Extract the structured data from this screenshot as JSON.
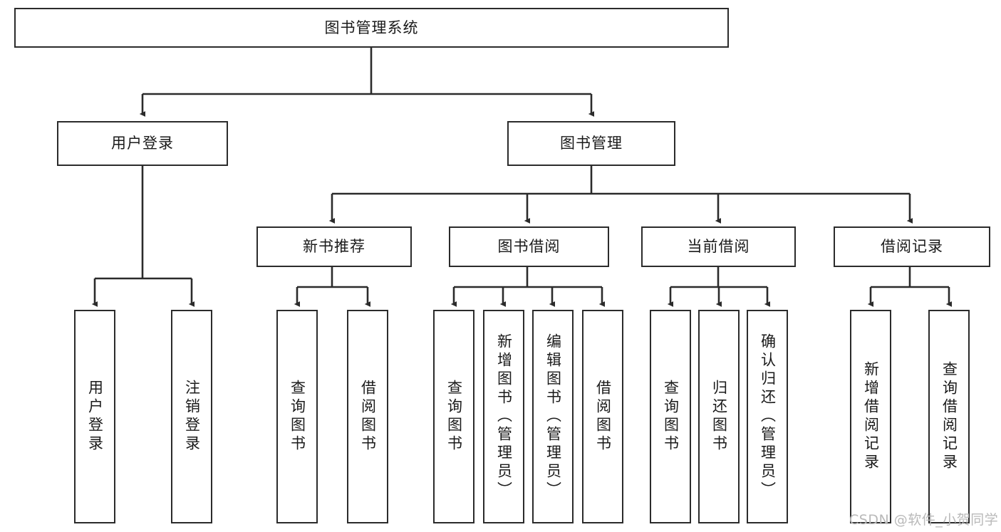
{
  "diagram": {
    "title": "图书管理系统",
    "type": "functional-structure-tree",
    "watermark": "CSDN @软件_小贺同学",
    "colors": {
      "background": "#ffffff",
      "node_border": "#2b2b2b",
      "node_fill": "#ffffff",
      "text": "#1a1a1a",
      "edge": "#2b2b2b",
      "watermark": "#b9b9b9"
    },
    "nodes": {
      "root": {
        "label": "图书管理系统"
      },
      "branch_user": {
        "label": "用户登录"
      },
      "branch_book": {
        "label": "图书管理"
      },
      "sub_new_book": {
        "label": "新书推荐"
      },
      "sub_borrow": {
        "label": "图书借阅"
      },
      "sub_current": {
        "label": "当前借阅"
      },
      "sub_record": {
        "label": "借阅记录"
      },
      "leaf_user_login": {
        "label": "用户登录"
      },
      "leaf_user_logout": {
        "label": "注销登录"
      },
      "leaf_new_query": {
        "label": "查询图书"
      },
      "leaf_new_borrow": {
        "label": "借阅图书"
      },
      "leaf_borrow_query": {
        "label": "查询图书"
      },
      "leaf_borrow_add": {
        "label": "新增图书（管理员）"
      },
      "leaf_borrow_edit": {
        "label": "编辑图书（管理员）"
      },
      "leaf_borrow_lend": {
        "label": "借阅图书"
      },
      "leaf_cur_query": {
        "label": "查询图书"
      },
      "leaf_cur_return": {
        "label": "归还图书"
      },
      "leaf_cur_confirm": {
        "label": "确认归还（管理员）"
      },
      "leaf_rec_add": {
        "label": "新增借阅记录"
      },
      "leaf_rec_query": {
        "label": "查询借阅记录"
      }
    }
  }
}
